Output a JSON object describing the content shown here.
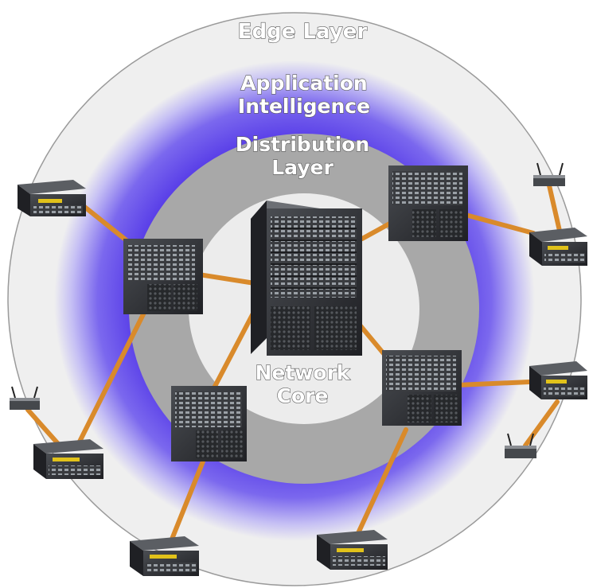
{
  "diagram": {
    "labels": {
      "edge_layer": "Edge Layer",
      "application_line1": "Application",
      "application_line2": "Intelligence",
      "distribution_line1": "Distribution",
      "distribution_line2": "Layer",
      "core_line1": "Network",
      "core_line2": "Core"
    },
    "colors": {
      "edge_ring": "#efefef",
      "application_ring": "#5a3ee8",
      "distribution_ring": "#a8a8a8",
      "core_area": "#ececec",
      "link": "#d98a2b",
      "chassis": "#2d2f33",
      "accent": "#e1c21a"
    },
    "icons": [
      "core-switch-chassis-icon",
      "distribution-switch-icon",
      "access-switch-icon",
      "wireless-access-point-icon"
    ]
  }
}
